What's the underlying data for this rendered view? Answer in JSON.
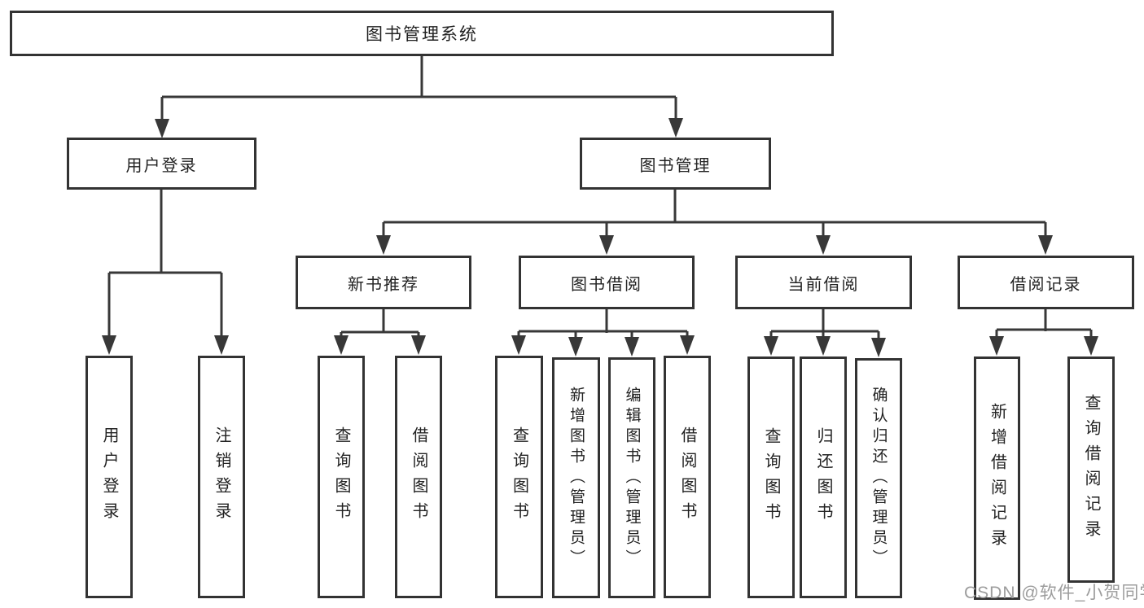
{
  "colors": {
    "line": "#383838",
    "box_border": "#333333",
    "text": "#222222",
    "background": "#ffffff",
    "watermark": "#9c9c9c"
  },
  "watermark": {
    "text": "CSDN @软件_小贺同学"
  },
  "diagram": {
    "type": "tree",
    "root": {
      "label": "图书管理系统"
    },
    "children": [
      {
        "label": "用户登录",
        "children": [
          {
            "label": "用户登录"
          },
          {
            "label": "注销登录"
          }
        ]
      },
      {
        "label": "图书管理",
        "children": [
          {
            "label": "新书推荐",
            "children": [
              {
                "label": "查询图书"
              },
              {
                "label": "借阅图书"
              }
            ]
          },
          {
            "label": "图书借阅",
            "children": [
              {
                "label": "查询图书"
              },
              {
                "label": "新增图书（管理员）"
              },
              {
                "label": "编辑图书（管理员）"
              },
              {
                "label": "借阅图书"
              }
            ]
          },
          {
            "label": "当前借阅",
            "children": [
              {
                "label": "查询图书"
              },
              {
                "label": "归还图书"
              },
              {
                "label": "确认归还（管理员）"
              }
            ]
          },
          {
            "label": "借阅记录",
            "children": [
              {
                "label": "新增借阅记录"
              },
              {
                "label": "查询借阅记录"
              }
            ]
          }
        ]
      }
    ]
  }
}
